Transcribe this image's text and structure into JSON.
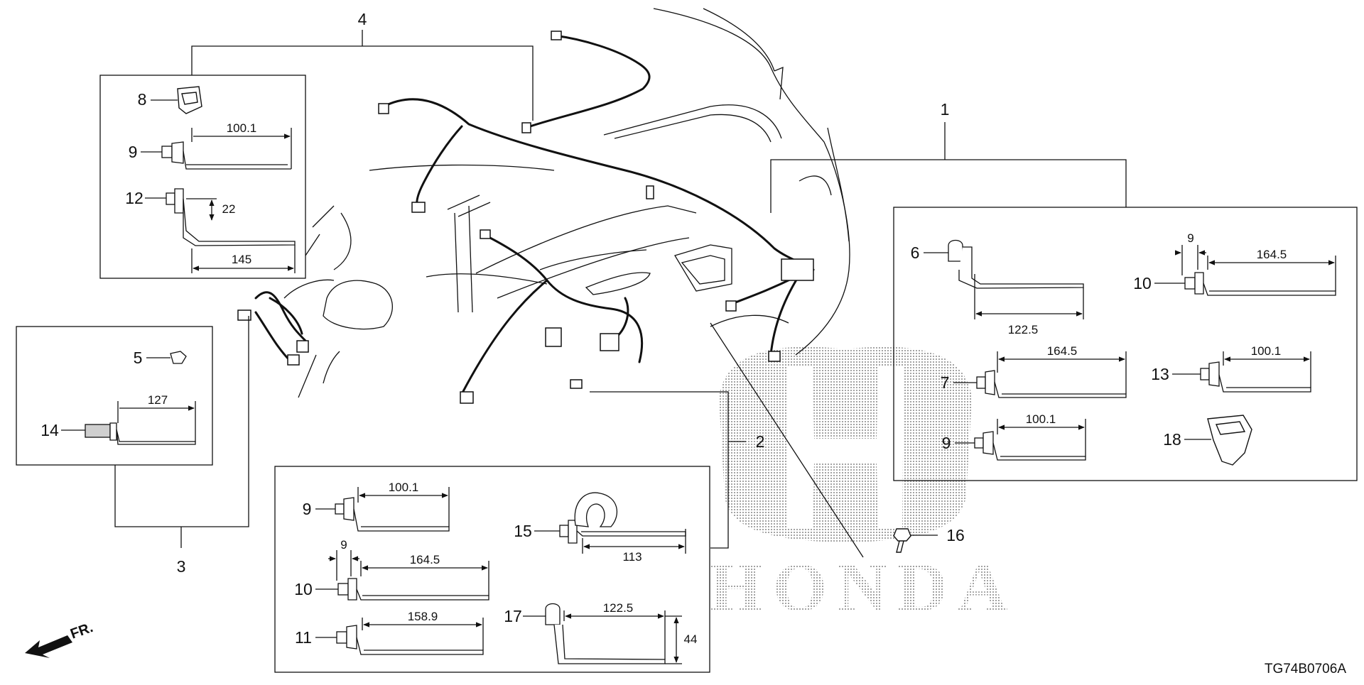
{
  "diagram": {
    "part_code": "TG74B0706A",
    "watermark": {
      "word": "HONDA"
    },
    "direction_label": "FR.",
    "colors": {
      "line": "#111111",
      "watermark_dot": "#8a8a8a",
      "background": "#ffffff"
    }
  },
  "groups": {
    "g1": {
      "number": "1"
    },
    "g2": {
      "number": "2"
    },
    "g3": {
      "number": "3"
    },
    "g4": {
      "number": "4"
    }
  },
  "parts": {
    "p4_8": "8",
    "p4_9": "9",
    "p4_12": "12",
    "p3_5": "5",
    "p3_14": "14",
    "p1_6": "6",
    "p1_7": "7",
    "p1_9": "9",
    "p1_10": "10",
    "p1_13": "13",
    "p1_18": "18",
    "p2_9": "9",
    "p2_10": "10",
    "p2_11": "11",
    "p2_15": "15",
    "p2_17": "17",
    "p16": "16"
  },
  "dimensions": {
    "p4_9_len": "100.1",
    "p4_12_len": "145",
    "p4_12_h": "22",
    "p3_14_len": "127",
    "p1_6_len": "122.5",
    "p1_7_len": "164.5",
    "p1_9_len": "100.1",
    "p1_10_off": "9",
    "p1_10_len": "164.5",
    "p1_13_len": "100.1",
    "p2_9_len": "100.1",
    "p2_10_off": "9",
    "p2_10_len": "164.5",
    "p2_11_len": "158.9",
    "p2_15_len": "113",
    "p2_17_len": "122.5",
    "p2_17_h": "44"
  }
}
